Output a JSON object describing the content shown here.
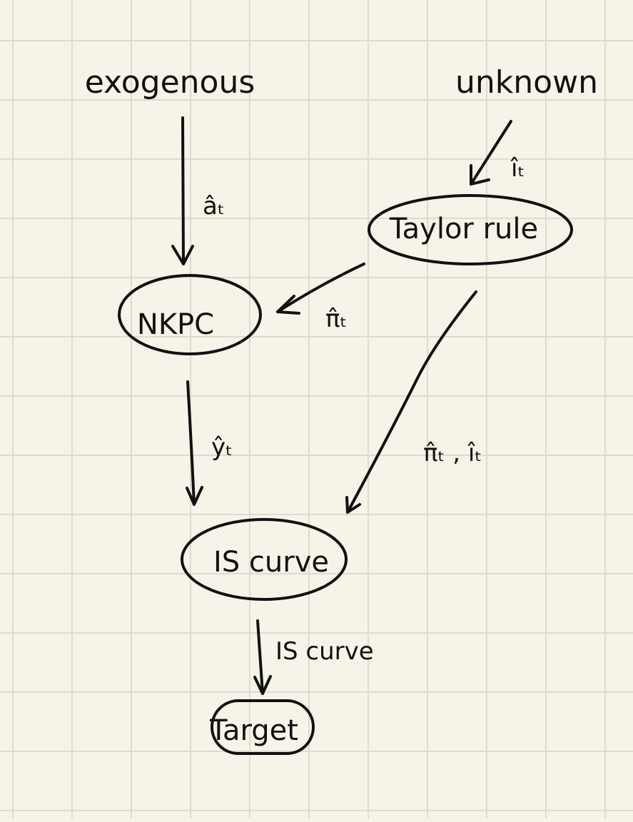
{
  "diagram": {
    "labels": {
      "exogenous": "exogenous",
      "unknown": "unknown"
    },
    "nodes": {
      "taylor": "Taylor rule",
      "nkpc": "NKPC",
      "is_curve": "IS curve",
      "target": "Target"
    },
    "edge_labels": {
      "a_t": "âₜ",
      "i_t": "îₜ",
      "pi_t": "π̂ₜ",
      "y_t": "ŷₜ",
      "pi_i": "π̂ₜ , îₜ",
      "is_curve": "IS curve"
    }
  }
}
